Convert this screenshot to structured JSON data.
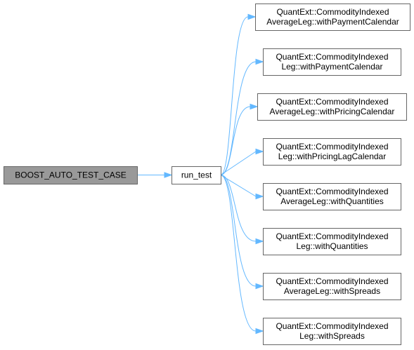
{
  "diagram": {
    "type": "call-graph",
    "colors": {
      "edge": "#63b8ff",
      "node_border": "#666666",
      "root_fill": "#999999",
      "node_fill": "#ffffff"
    },
    "nodes": [
      {
        "id": "root",
        "lines": [
          "BOOST_AUTO_TEST_CASE"
        ],
        "kind": "root"
      },
      {
        "id": "run_test",
        "lines": [
          "run_test"
        ],
        "kind": "function"
      },
      {
        "id": "t1",
        "lines": [
          "QuantExt::CommodityIndexed",
          "AverageLeg::withPaymentCalendar"
        ],
        "kind": "function"
      },
      {
        "id": "t2",
        "lines": [
          "QuantExt::CommodityIndexed",
          "Leg::withPaymentCalendar"
        ],
        "kind": "function"
      },
      {
        "id": "t3",
        "lines": [
          "QuantExt::CommodityIndexed",
          "AverageLeg::withPricingCalendar"
        ],
        "kind": "function"
      },
      {
        "id": "t4",
        "lines": [
          "QuantExt::CommodityIndexed",
          "Leg::withPricingLagCalendar"
        ],
        "kind": "function"
      },
      {
        "id": "t5",
        "lines": [
          "QuantExt::CommodityIndexed",
          "AverageLeg::withQuantities"
        ],
        "kind": "function"
      },
      {
        "id": "t6",
        "lines": [
          "QuantExt::CommodityIndexed",
          "Leg::withQuantities"
        ],
        "kind": "function"
      },
      {
        "id": "t7",
        "lines": [
          "QuantExt::CommodityIndexed",
          "AverageLeg::withSpreads"
        ],
        "kind": "function"
      },
      {
        "id": "t8",
        "lines": [
          "QuantExt::CommodityIndexed",
          "Leg::withSpreads"
        ],
        "kind": "function"
      }
    ],
    "edges": [
      {
        "from": "root",
        "to": "run_test"
      },
      {
        "from": "run_test",
        "to": "t1"
      },
      {
        "from": "run_test",
        "to": "t2"
      },
      {
        "from": "run_test",
        "to": "t3"
      },
      {
        "from": "run_test",
        "to": "t4"
      },
      {
        "from": "run_test",
        "to": "t5"
      },
      {
        "from": "run_test",
        "to": "t6"
      },
      {
        "from": "run_test",
        "to": "t7"
      },
      {
        "from": "run_test",
        "to": "t8"
      }
    ]
  }
}
